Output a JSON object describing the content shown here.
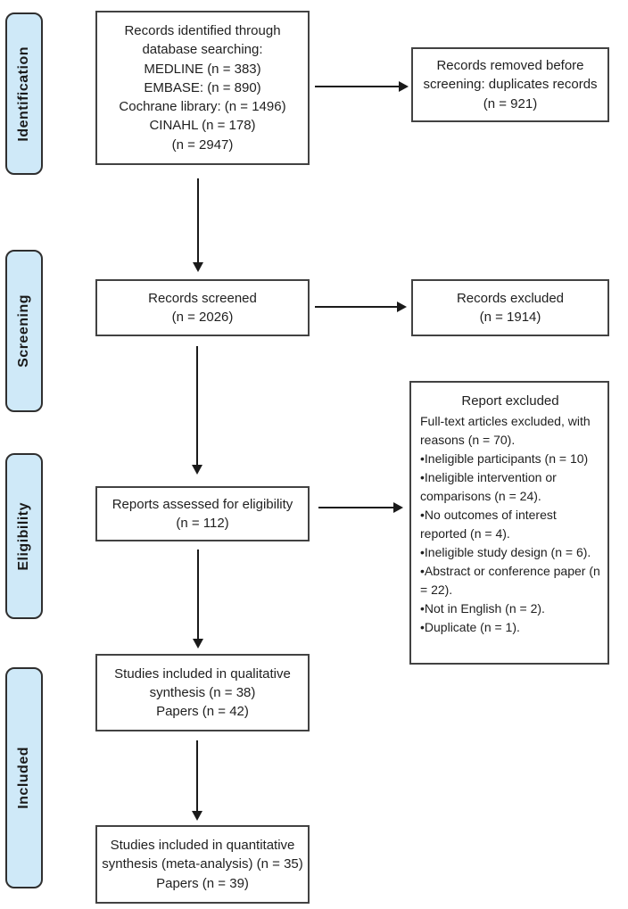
{
  "diagram_type": "prisma-flow-diagram",
  "colors": {
    "stage_fill": "#cfe9f8",
    "stage_border": "#2f2f2f",
    "box_border": "#424242",
    "arrow": "#1a1a1a",
    "text": "#1f1f1f",
    "background": "#ffffff"
  },
  "stages": [
    {
      "label": "Identification"
    },
    {
      "label": "Screening"
    },
    {
      "label": "Eligibility"
    },
    {
      "label": "Included"
    }
  ],
  "boxes": {
    "identified": {
      "lines": [
        "Records identified through",
        "database searching:",
        "MEDLINE (n = 383)",
        "EMBASE: (n = 890)",
        "Cochrane library: (n = 1496)",
        "CINAHL (n = 178)",
        "(n = 2947)"
      ]
    },
    "removed": {
      "lines": [
        "Records removed before",
        "screening: duplicates records",
        "(n = 921)"
      ]
    },
    "screened": {
      "lines": [
        "Records screened",
        "(n = 2026)"
      ]
    },
    "excluded": {
      "lines": [
        "Records excluded",
        "(n = 1914)"
      ]
    },
    "assessed": {
      "lines": [
        "Reports assessed for eligibility",
        "(n = 112)"
      ]
    },
    "report_excluded": {
      "title": "Report excluded",
      "intro": "Full-text articles excluded, with reasons (n = 70).",
      "items": [
        "•Ineligible participants (n = 10)",
        "•Ineligible intervention or comparisons (n = 24).",
        "•No outcomes of interest reported (n = 4).",
        "•Ineligible study design (n = 6).",
        "•Abstract or conference paper (n = 22).",
        "•Not in English (n = 2).",
        "•Duplicate (n = 1)."
      ]
    },
    "qualitative": {
      "lines": [
        "Studies included in qualitative",
        "synthesis (n = 38)",
        "Papers (n = 42)"
      ]
    },
    "quantitative": {
      "lines": [
        "Studies included in quantitative",
        "synthesis (meta-analysis) (n = 35)",
        "Papers (n = 39)"
      ]
    }
  }
}
